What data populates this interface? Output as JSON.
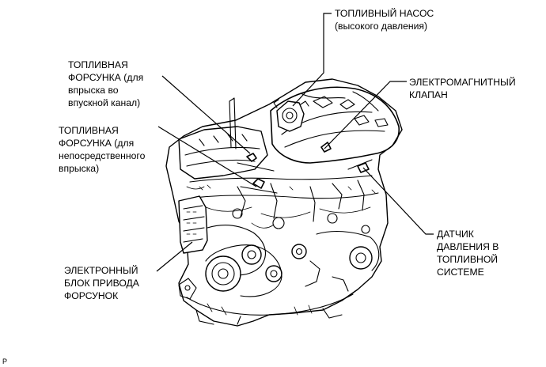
{
  "labels": {
    "fuel_pump": [
      "ТОПЛИВНЫЙ НАСОС",
      "(высокого давления)"
    ],
    "port_injector": [
      "ТОПЛИВНАЯ",
      "ФОРСУНКА (для",
      "впрыска во",
      "впускной канал)"
    ],
    "direct_injector": [
      "ТОПЛИВНАЯ",
      "ФОРСУНКА (для",
      "непосредственного",
      "впрыска)"
    ],
    "solenoid_valve": [
      "ЭЛЕКТРОМАГНИТНЫЙ",
      "КЛАПАН"
    ],
    "fuel_pressure_sensor": [
      "ДАТЧИК",
      "ДАВЛЕНИЯ В",
      "ТОПЛИВНОЙ",
      "СИСТЕМЕ"
    ],
    "injector_driver": [
      "ЭЛЕКТРОННЫЙ",
      "БЛОК ПРИВОДА",
      "ФОРСУНОК"
    ]
  },
  "corner_mark": "P"
}
